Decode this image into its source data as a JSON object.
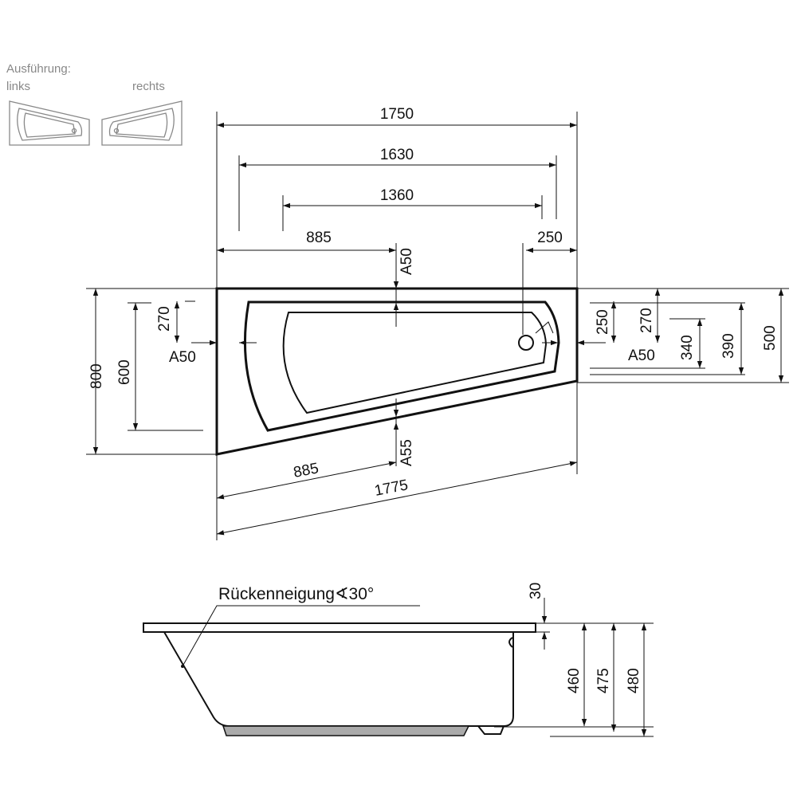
{
  "variants": {
    "title": "Ausführung:",
    "left": "links",
    "right": "rechts"
  },
  "plan_dimensions": {
    "overall_length": "1750",
    "rim_length": "1630",
    "basin_length": "1360",
    "top_half": "885",
    "drain_offset": "250",
    "rim_top_offset": "A50",
    "overall_depth_left": "800",
    "inner_depth_left": "600",
    "left_270": "270",
    "left_offset": "A50",
    "right_250": "250",
    "right_270": "270",
    "right_340": "340",
    "right_390": "390",
    "right_500": "500",
    "right_offset": "A50",
    "bottom_offset": "A55",
    "bottom_half": "885",
    "slanted_length": "1775"
  },
  "side_view": {
    "annotation": "Rückenneigung∢30°",
    "rim_thickness": "30",
    "height_460": "460",
    "height_475": "475",
    "height_480": "480"
  }
}
